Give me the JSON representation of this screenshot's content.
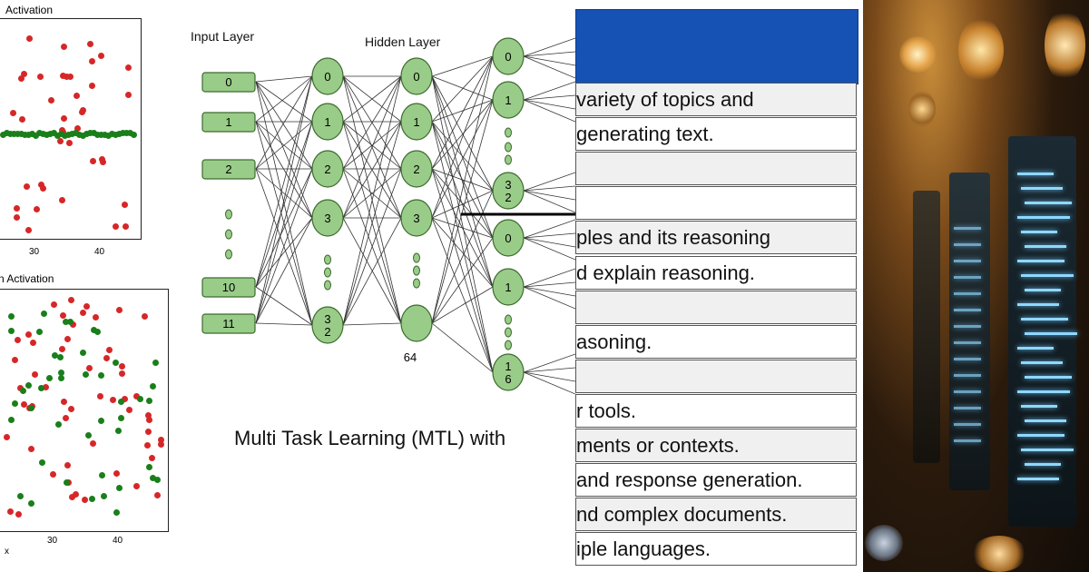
{
  "plots": {
    "top_title": "Activation",
    "bottom_title": "n Activation",
    "top_ticks": [
      "30",
      "40"
    ],
    "bottom_ticks": [
      "30",
      "40"
    ],
    "x_label": "x",
    "colors": {
      "red": "#d62728",
      "green": "#1a7f1a"
    }
  },
  "network": {
    "input_label": "Input Layer",
    "hidden_label": "Hidden Layer",
    "input_nodes": [
      "0",
      "1",
      "2",
      "10",
      "11"
    ],
    "hidden1_nodes": [
      "0",
      "1",
      "2",
      "3",
      "3\n2"
    ],
    "hidden2_nodes": [
      "0",
      "1",
      "2",
      "3",
      ""
    ],
    "hidden2_count": "64",
    "task1_nodes": [
      "0",
      "1",
      "3\n2"
    ],
    "task2_nodes": [
      "0",
      "1",
      "1\n6"
    ],
    "caption": "Multi Task Learning (MTL)  with",
    "node_fill": "#99cc88",
    "node_stroke": "#3d6b2e"
  },
  "table": {
    "header_color": "#1652b3",
    "rows": [
      "variety of topics and",
      "generating text.",
      "",
      "",
      "ples and its reasoning",
      "d explain reasoning.",
      "",
      "asoning.",
      "",
      "r tools.",
      "ments or contexts.",
      "and response generation.",
      "nd complex documents.",
      "iple languages."
    ]
  }
}
